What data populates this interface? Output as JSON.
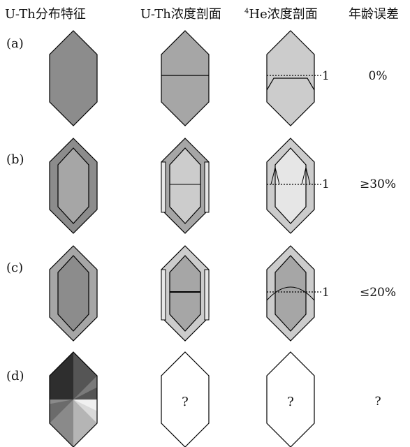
{
  "headers": {
    "distribution": "U-Th分布特征",
    "ut_profile": "U-Th浓度剖面",
    "he_sup": "4",
    "he_profile": "He浓度剖面",
    "age_error": "年龄误差"
  },
  "rows": [
    {
      "label": "(a)",
      "marker": "1",
      "error": "0%"
    },
    {
      "label": "(b)",
      "marker": "1",
      "error": "≥30%"
    },
    {
      "label": "(c)",
      "marker": "1",
      "error": "≤20%"
    },
    {
      "label": "(d)",
      "marker": "",
      "error": "?"
    }
  ],
  "unknown_mark": "?",
  "colors": {
    "dark_gray": "#8c8c8c",
    "mid_gray": "#a6a6a6",
    "light_gray": "#cccccc",
    "lighter_gray": "#e6e6e6",
    "outline": "#000000"
  }
}
